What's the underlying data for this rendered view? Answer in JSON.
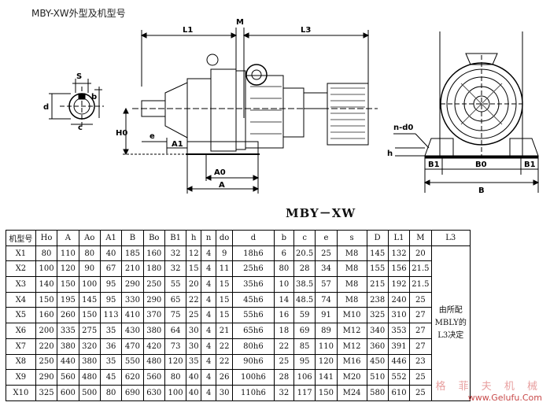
{
  "title": "MBY-XW外型及机型号",
  "model_caption": "MBY－XW",
  "dim_labels": {
    "L1": "L1",
    "M": "M",
    "L3": "L3",
    "S": "S",
    "b": "b",
    "d": "d",
    "c": "c",
    "H0": "H0",
    "e": "e",
    "A1": "A1",
    "A0": "A0",
    "A": "A",
    "nd0": "n-d0",
    "h": "h",
    "B1_left": "B1",
    "B0": "B0",
    "B1_right": "B1",
    "B": "B"
  },
  "table": {
    "headers": [
      "机型号",
      "Ho",
      "A",
      "Ao",
      "A1",
      "B",
      "Bo",
      "B1",
      "h",
      "n",
      "do",
      "d",
      "b",
      "c",
      "e",
      "s",
      "D",
      "L1",
      "M",
      "L3"
    ],
    "rows": [
      [
        "X1",
        "80",
        "110",
        "80",
        "40",
        "185",
        "160",
        "32",
        "12",
        "4",
        "9",
        "18h6",
        "6",
        "20.5",
        "25",
        "M8",
        "145",
        "132",
        "20"
      ],
      [
        "X2",
        "100",
        "120",
        "90",
        "67",
        "210",
        "180",
        "32",
        "15",
        "4",
        "11",
        "25h6",
        "80",
        "28",
        "34",
        "M8",
        "155",
        "156",
        "21.5"
      ],
      [
        "X3",
        "140",
        "150",
        "100",
        "95",
        "290",
        "250",
        "55",
        "20",
        "4",
        "15",
        "35h6",
        "10",
        "38.5",
        "57",
        "M8",
        "215",
        "192",
        "21.5"
      ],
      [
        "X4",
        "150",
        "195",
        "145",
        "95",
        "330",
        "290",
        "65",
        "22",
        "4",
        "15",
        "45h6",
        "14",
        "48.5",
        "74",
        "M8",
        "238",
        "240",
        "25"
      ],
      [
        "X5",
        "160",
        "260",
        "150",
        "113",
        "410",
        "370",
        "75",
        "25",
        "4",
        "15",
        "55h6",
        "16",
        "59",
        "91",
        "M10",
        "325",
        "310",
        "27"
      ],
      [
        "X6",
        "200",
        "335",
        "275",
        "35",
        "430",
        "380",
        "64",
        "30",
        "4",
        "21",
        "65h6",
        "18",
        "69",
        "89",
        "M12",
        "340",
        "353",
        "27"
      ],
      [
        "X7",
        "220",
        "380",
        "320",
        "36",
        "470",
        "420",
        "73",
        "30",
        "4",
        "22",
        "80h6",
        "22",
        "85",
        "110",
        "M12",
        "360",
        "391",
        "27"
      ],
      [
        "X8",
        "250",
        "440",
        "380",
        "35",
        "550",
        "480",
        "120",
        "35",
        "4",
        "22",
        "90h6",
        "25",
        "95",
        "120",
        "M16",
        "450",
        "446",
        "23"
      ],
      [
        "X9",
        "290",
        "560",
        "480",
        "45",
        "620",
        "560",
        "80",
        "40",
        "4",
        "26",
        "100h6",
        "28",
        "106",
        "141",
        "M20",
        "510",
        "552",
        "25"
      ],
      [
        "X10",
        "325",
        "600",
        "500",
        "80",
        "690",
        "630",
        "100",
        "40",
        "4",
        "30",
        "110h6",
        "32",
        "117",
        "150",
        "M24",
        "580",
        "610",
        "25"
      ]
    ],
    "l3_note": "由所配MBLY的L3决定"
  },
  "watermark": {
    "text": "格 菲 夫 机 械",
    "url": "www.Gelufu.Com"
  }
}
